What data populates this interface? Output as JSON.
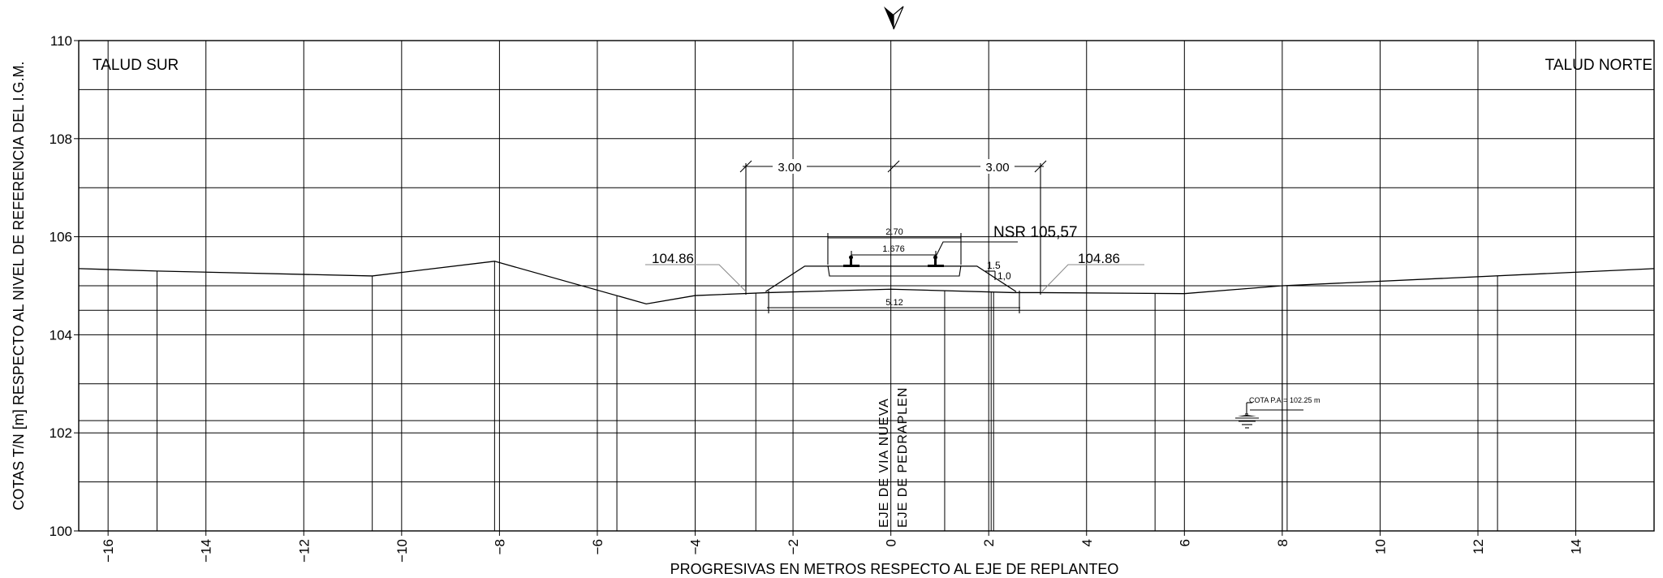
{
  "labels": {
    "left_slope": "TALUD SUR",
    "right_slope": "TALUD NORTE",
    "y_axis_title": "COTAS T/N  [m] RESPECTO AL NIVEL DE REFERENCIA DEL I.G.M.",
    "x_axis_title": "PROGRESIVAS EN METROS RESPECTO AL EJE DE REPLANTEO",
    "axis_line_1": "EJE  DE  VIA  NUEVA",
    "axis_line_2": "EJE  DE  PEDRAPLEN",
    "dim_left": "3.00",
    "dim_right": "3.00",
    "top_width": "2.70",
    "gauge": "1.676",
    "base_width": "5.12",
    "rail_level": "NSR  105,57",
    "slope_v": "1.5",
    "slope_h": "1,0",
    "elev_left": "104.86",
    "elev_right": "104.86",
    "water_level": "COTA  P.A.=  102.25  m"
  },
  "chart_data": {
    "type": "line",
    "xlabel": "PROGRESIVAS EN METROS RESPECTO AL EJE DE REPLANTEO",
    "ylabel": "COTAS T/N  [m] RESPECTO AL NIVEL DE REFERENCIA DEL I.G.M.",
    "xlim": [
      -16.6,
      15.6
    ],
    "ylim": [
      100,
      110
    ],
    "x_ticks": [
      "-16",
      "-14",
      "-12",
      "-10",
      "-8",
      "-6",
      "-4",
      "-2",
      "0",
      "2",
      "4",
      "6",
      "8",
      "10",
      "12",
      "14"
    ],
    "y_ticks": [
      "100",
      "102",
      "104",
      "106",
      "108",
      "110"
    ],
    "grid": true,
    "terrain": {
      "x": [
        -16.6,
        -15.0,
        -10.6,
        -8.1,
        -5.0,
        -4.0,
        -2.5,
        0,
        2.5,
        3.0,
        6.0,
        8.0,
        15.6
      ],
      "y": [
        105.35,
        105.3,
        105.2,
        105.5,
        104.63,
        104.8,
        104.86,
        104.93,
        104.86,
        104.86,
        104.84,
        105.0,
        105.35
      ]
    },
    "embankment": {
      "x": [
        -2.56,
        -1.76,
        1.76,
        2.56
      ],
      "y": [
        104.88,
        105.4,
        105.4,
        104.88
      ]
    },
    "water_level_elevation": 102.25
  }
}
